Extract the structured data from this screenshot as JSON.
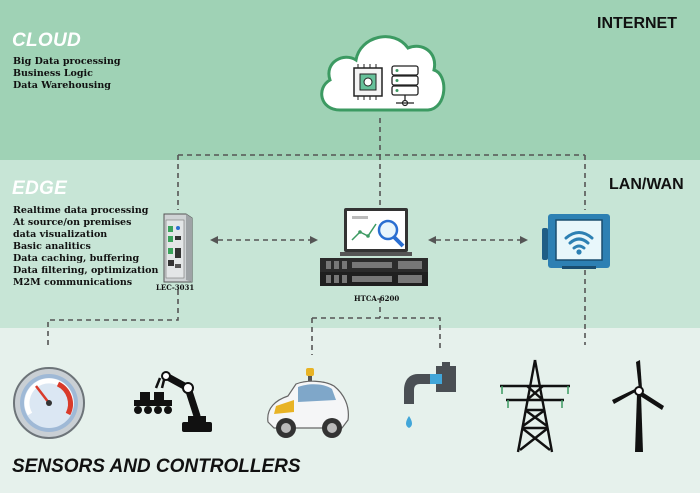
{
  "internet_label": "INTERNET",
  "lanwan_label": "LAN/WAN",
  "cloud": {
    "title": "CLOUD",
    "items": [
      "Big Data processing",
      "Business Logic",
      "Data Warehousing"
    ]
  },
  "edge": {
    "title": "EDGE",
    "items": [
      "Realtime data processing",
      "At source/on premises",
      "data visualization",
      "Basic analitics",
      "Data caching, buffering",
      "Data filtering, optimization",
      "M2M communications"
    ],
    "devices": [
      "LEC-3031",
      "HTCA-6200"
    ]
  },
  "sensors": {
    "title": "SENSORS AND CONTROLLERS",
    "icons": [
      "gauge-icon",
      "robot-arm-icon",
      "autonomous-car-icon",
      "water-tap-icon",
      "power-tower-icon",
      "wind-turbine-icon"
    ]
  },
  "colors": {
    "cloud_band": "#9fd2b5",
    "edge_band": "#c7e5d6",
    "sensor_band": "#e6f1ec",
    "connector": "#555555"
  }
}
